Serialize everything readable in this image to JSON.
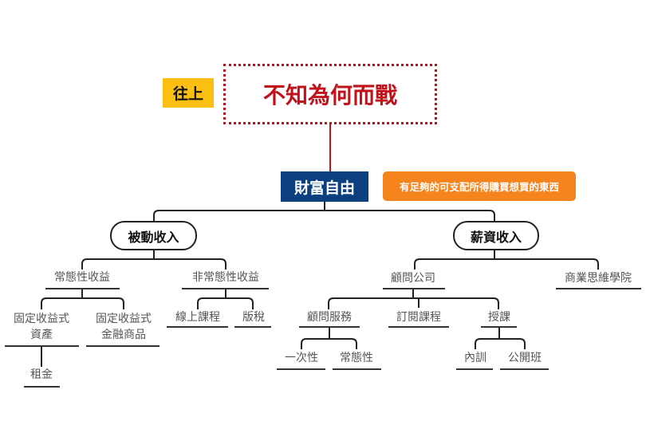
{
  "top": {
    "label_up": "往上",
    "goal": "不知為何而戰"
  },
  "root": {
    "label": "財富自由",
    "note": "有足夠的可支配所得購買想買的東西"
  },
  "passive": {
    "label": "被動收入",
    "recurring": {
      "label": "常態性收益",
      "fixed_asset": {
        "line1": "固定收益式",
        "line2": "資產",
        "child": "租金"
      },
      "fixed_financial": {
        "line1": "固定收益式",
        "line2": "金融商品"
      }
    },
    "nonrecurring": {
      "label": "非常態性收益",
      "online_course": "線上課程",
      "royalty": "版稅"
    }
  },
  "salary": {
    "label": "薪資收入",
    "consulting": {
      "label": "顧問公司",
      "service": {
        "label": "顧問服務",
        "once": "一次性",
        "recurring": "常態性"
      },
      "subscription": "訂閱課程",
      "teaching": {
        "label": "授課",
        "internal": "內訓",
        "public": "公開班"
      }
    },
    "academy": "商業思維學院"
  },
  "colors": {
    "red": "#c0121a",
    "blue": "#0b3f7f",
    "orange": "#f5841f",
    "yellow": "#fbbf14"
  }
}
